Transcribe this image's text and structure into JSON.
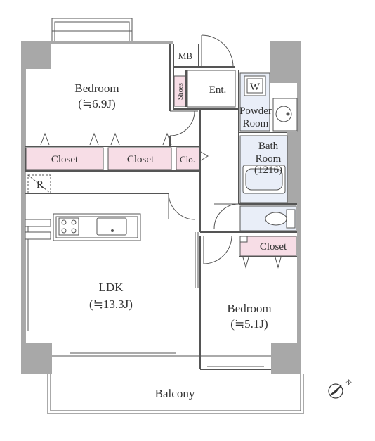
{
  "rooms": {
    "bedroom1": {
      "name": "Bedroom",
      "size": "(≒6.9J)"
    },
    "bedroom2": {
      "name": "Bedroom",
      "size": "(≒5.1J)"
    },
    "ldk": {
      "name": "LDK",
      "size": "(≒13.3J)"
    },
    "balcony": {
      "name": "Balcony"
    },
    "entrance": {
      "name": "Ent."
    },
    "powder": {
      "line1": "Powder",
      "line2": "Room"
    },
    "bath": {
      "line1": "Bath",
      "line2": "Room",
      "size": "(1216)"
    }
  },
  "storage": {
    "closet1": "Closet",
    "closet2": "Closet",
    "closet3": "Clo.",
    "closet4": "Closet",
    "shoes": "Shoes",
    "mb": "MB",
    "washer": "W",
    "fridge": "R"
  },
  "compass": {
    "north": "N"
  },
  "colors": {
    "wall": "#a8a8a8",
    "closet_fill": "#f7dde6",
    "wet_fill": "#e9eef8",
    "line": "#555555"
  }
}
